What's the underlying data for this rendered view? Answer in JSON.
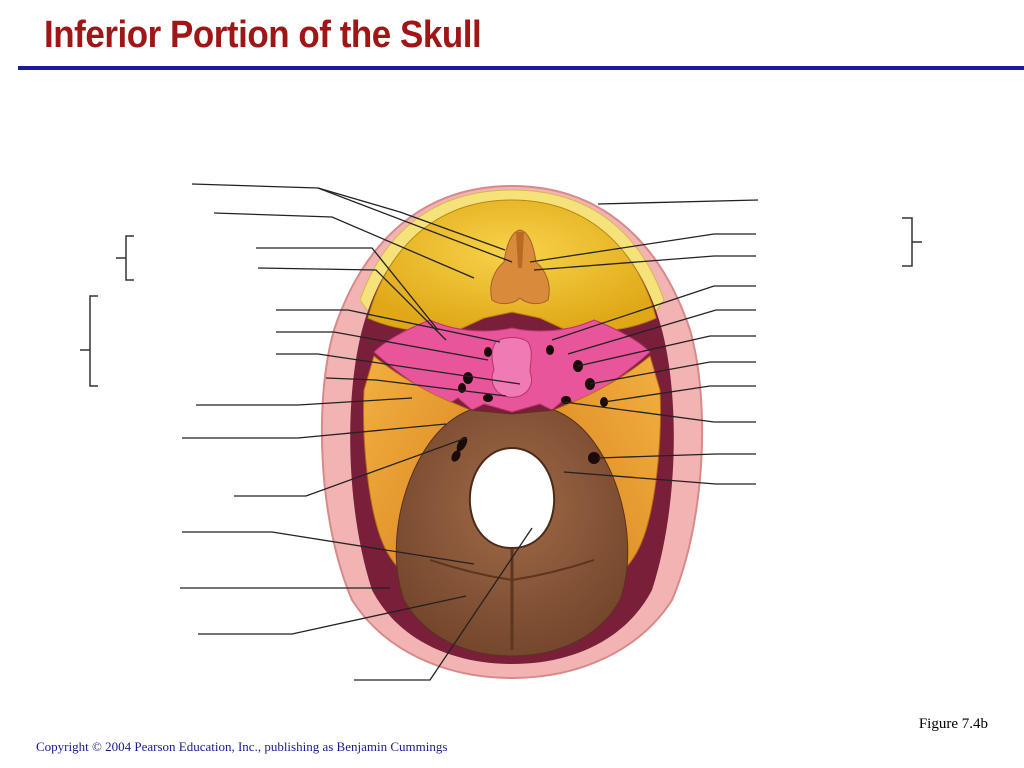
{
  "slide": {
    "title": "Inferior Portion of the Skull",
    "figure_caption": "Figure 7.4b",
    "copyright": "Copyright © 2004 Pearson Education, Inc., publishing as Benjamin Cummings"
  },
  "colors": {
    "title": "#a01515",
    "rule": "#1a1aa0",
    "frontal_bone": "#f0c020",
    "sphenoid_bone": "#e8559a",
    "temporal_bone": "#e89a2c",
    "occipital_bone": "#8b5a3c",
    "parietal_rim": "#f2b3b3",
    "dura_shadow": "#7a1f3a",
    "ethmoid": "#d98a3a",
    "leader_line": "#222222"
  }
}
